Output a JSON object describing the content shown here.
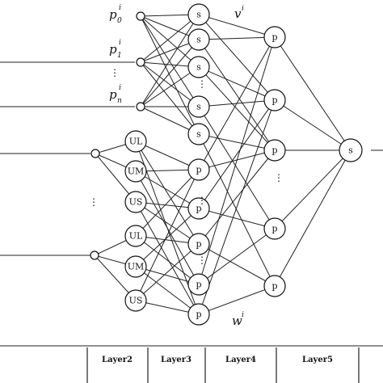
{
  "inputs_p": {
    "p0": {
      "base": "p",
      "sub": "0",
      "sup": "i"
    },
    "p1": {
      "base": "p",
      "sub": "1",
      "sup": "i"
    },
    "pn": {
      "base": "p",
      "sub": "n",
      "sup": "i"
    }
  },
  "weights": {
    "v": {
      "base": "v",
      "sup": "i"
    },
    "w": {
      "base": "w",
      "sup": "i"
    }
  },
  "nodes": {
    "s": "s",
    "p": "p",
    "ul": "UL",
    "um": "UM",
    "us": "US"
  },
  "layers": [
    "Layer2",
    "Layer3",
    "Layer4",
    "Layer5"
  ],
  "ellipsis": "⋮"
}
